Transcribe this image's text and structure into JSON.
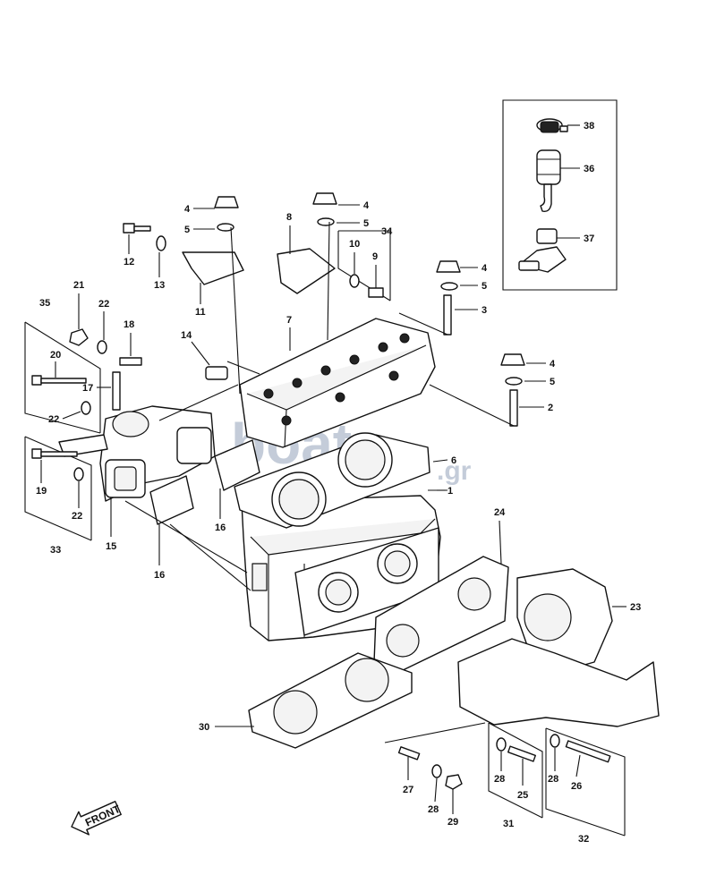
{
  "watermark": {
    "brand": "boats",
    "suffix": ".gr"
  },
  "front_arrow_label": "FRONT",
  "part_numbers": [
    "1",
    "2",
    "3",
    "4",
    "5",
    "6",
    "7",
    "8",
    "9",
    "10",
    "11",
    "12",
    "13",
    "14",
    "15",
    "16",
    "17",
    "18",
    "19",
    "20",
    "21",
    "22",
    "23",
    "24",
    "25",
    "26",
    "27",
    "28",
    "29",
    "30",
    "31",
    "32",
    "33",
    "34",
    "35",
    "36",
    "37",
    "38"
  ],
  "colors": {
    "ink": "#111111",
    "watermark": "#2e4d7a"
  }
}
